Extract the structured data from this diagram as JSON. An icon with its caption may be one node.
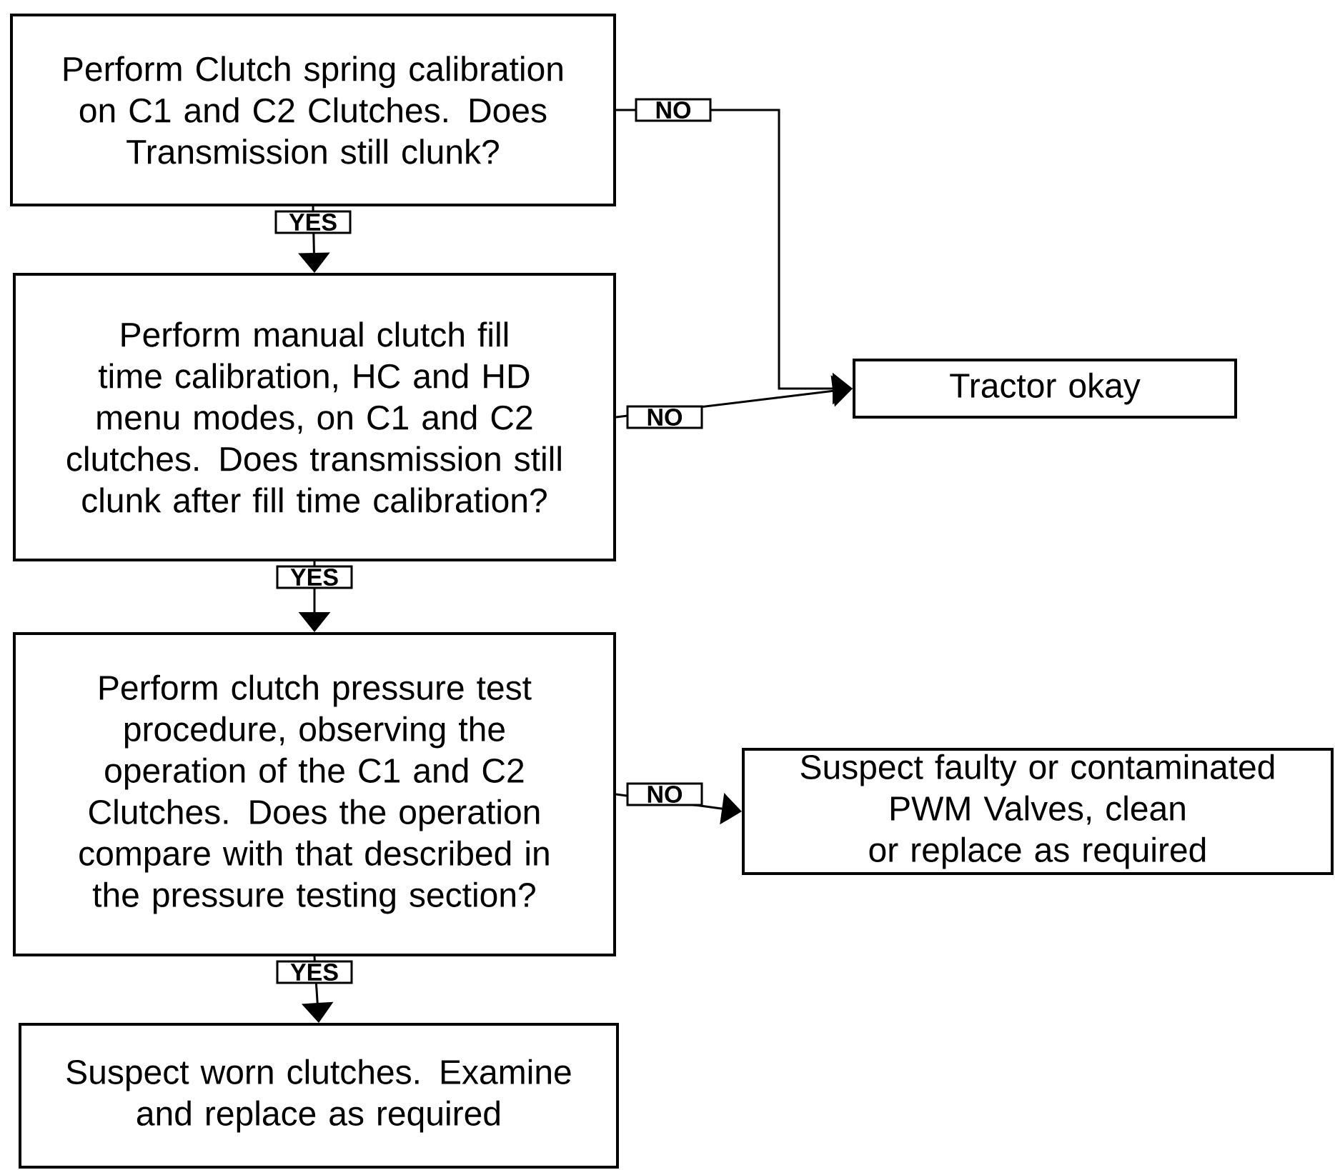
{
  "diagram": {
    "nodes": [
      {
        "text": [
          "Perform Clutch spring calibration on C1 and C2 Clutches. Does Transmission still clunk?"
        ]
      },
      {
        "text": [
          "Perform manual clutch fill time calibration, HC and HD menu modes, on C1 and C2 clutches. Does transmission still clunk after fill time calibration?"
        ]
      },
      {
        "text": [
          "Perform clutch pressure test procedure, observing the operation of the C1 and C2 Clutches. Does the operation compare with that described in the pressure testing section?"
        ]
      },
      {
        "text": [
          "Suspect worn clutches. Examine and replace as required"
        ]
      },
      {
        "text": [
          "Tractor okay"
        ]
      },
      {
        "text": [
          "Suspect faulty or contaminated PWM Valves, clean or replace as required"
        ]
      }
    ],
    "edges": [
      {
        "from": 0,
        "to": 1,
        "arrow": "to",
        "label": "YES"
      },
      {
        "from": 0,
        "to": 4,
        "arrow": "to",
        "label": "NO"
      },
      {
        "from": 1,
        "to": 2,
        "arrow": "to",
        "label": "YES"
      },
      {
        "from": 1,
        "to": 4,
        "arrow": "to",
        "label": "NO"
      },
      {
        "from": 2,
        "to": 3,
        "arrow": "to",
        "label": "YES"
      },
      {
        "from": 2,
        "to": 5,
        "arrow": "to",
        "label": "NO"
      }
    ]
  }
}
